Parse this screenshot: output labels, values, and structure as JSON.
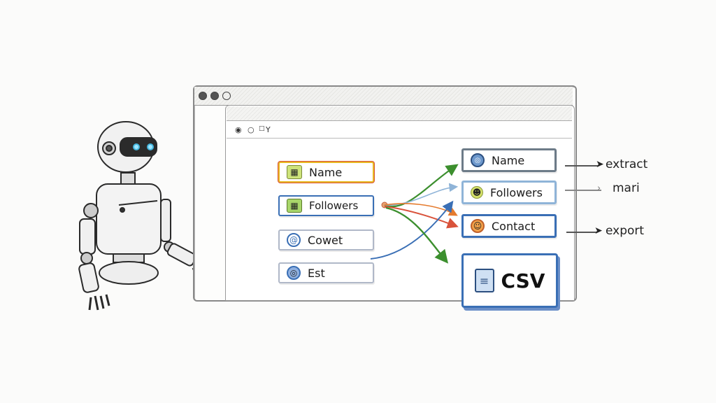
{
  "illustration": {
    "style": "pencil sketch with colored highlights",
    "colors": {
      "yellow": "#e8b923",
      "red": "#d9533b",
      "blue": "#3a6fb5",
      "green": "#3c8f2e",
      "light_blue": "#8fb4d8",
      "orange": "#e57b2e",
      "gray": "#999999"
    }
  },
  "browser": {
    "window_controls": [
      "close-dot",
      "minimize-dot",
      "maximize-dot"
    ],
    "toolbar_icons": [
      "back-icon",
      "refresh-icon",
      "page-icon",
      "cursor-icon"
    ]
  },
  "source_fields": [
    {
      "label": "Name",
      "icon": "table-icon",
      "border_color": "#e8b923",
      "accent": "#d9533b"
    },
    {
      "label": "Followers",
      "icon": "table-icon",
      "border_color": "#3a6fb5",
      "accent": "#d9533b"
    },
    {
      "label": "Cowet",
      "icon": "at-icon",
      "border_color": "#b0b8c8",
      "accent": ""
    },
    {
      "label": "Est",
      "icon": "globe-icon",
      "border_color": "#b0b8c8",
      "accent": ""
    }
  ],
  "target_fields": [
    {
      "label": "Name",
      "icon": "globe-icon",
      "border_color": "#6d7b88"
    },
    {
      "label": "Followers",
      "icon": "people-icon",
      "border_color": "#8fb4d8"
    },
    {
      "label": "Contact",
      "icon": "contact-icon",
      "border_color": "#3a6fb5"
    }
  ],
  "export_box": {
    "label": "CSV",
    "icon": "document-icon"
  },
  "annotations": [
    {
      "label": "extract"
    },
    {
      "label": "mari"
    },
    {
      "label": "export"
    }
  ],
  "robot": {
    "description": "sketched humanoid robot with glowing blue eyes"
  }
}
